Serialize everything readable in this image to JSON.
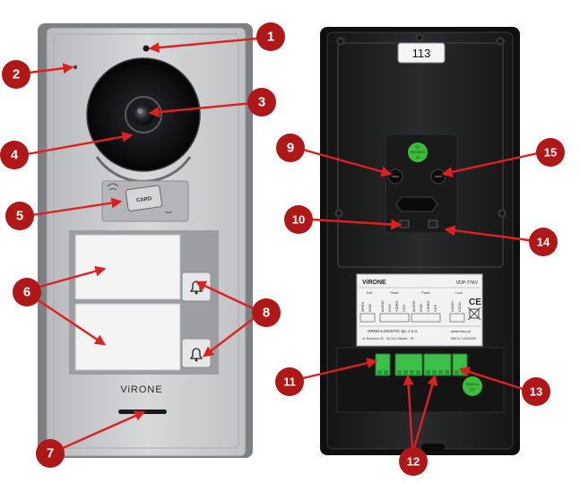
{
  "colors": {
    "marker": "#b01818",
    "arrow": "#e02020",
    "panel_front": "#c9cbcd",
    "panel_back": "#1e1f20",
    "terminal": "#3cc04a",
    "seal": "#3bbd3b"
  },
  "front": {
    "card_text": "CARD",
    "brand": "ViRONE"
  },
  "back": {
    "number_tag": "113",
    "seal_top_line1": "QC",
    "seal_top_line2": "PASSED",
    "seal_top_line3": "02",
    "seal_bottom_line1": "Ri300.w",
    "seal_bottom_line2": "QC",
    "label": {
      "brand": "ViRONE",
      "model": "VDP-77KV",
      "group1": "Exit",
      "group2": "Panel",
      "group3": "Panel",
      "group4": "Lock",
      "pins1": [
        "OPEN",
        "GND"
      ],
      "pins2": [
        "AUDIO",
        "GND",
        "VIDEO",
        "VCC"
      ],
      "pins3": [
        "AUDIO",
        "GND",
        "VIDEO",
        "VCC"
      ],
      "pins4": [
        "LOCK+",
        "LOCK-"
      ],
      "company": "ORNO-LOGISTIC Sp. z o.o.",
      "address": "ul. Rolnicza 33 · 44-141 Gliwice · PL",
      "website": "www.orno.pl",
      "date": "Mfd in: 1/04/2020",
      "ce": "CE"
    }
  },
  "markers": [
    "1",
    "2",
    "3",
    "4",
    "5",
    "6",
    "7",
    "8",
    "9",
    "10",
    "11",
    "12",
    "13",
    "14",
    "15"
  ]
}
